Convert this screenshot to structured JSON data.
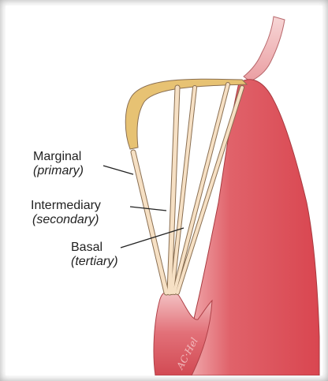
{
  "labels": {
    "marginal": {
      "name": "Marginal",
      "sub": "(primary)"
    },
    "intermediary": {
      "name": "Intermediary",
      "sub": "(secondary)"
    },
    "basal": {
      "name": "Basal",
      "sub": "(tertiary)"
    }
  },
  "signature": "AC-Hel",
  "colors": {
    "muscle": "#d9474f",
    "muscle_light": "#f2b6b8",
    "chorda": "#f6e0c4",
    "chorda_outline": "#8a6f52",
    "leaflet_edge": "#e6c070",
    "line": "#222222"
  }
}
